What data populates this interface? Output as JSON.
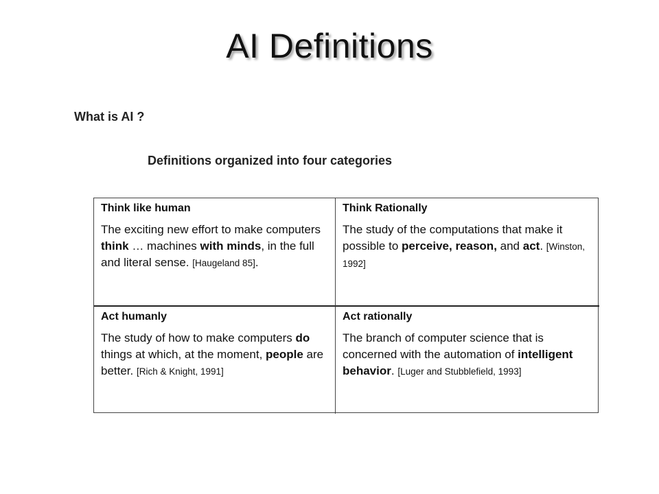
{
  "slide": {
    "title": "AI Definitions",
    "question": "What is AI ?",
    "subtitle": "Definitions organized into four categories"
  },
  "quadrants": {
    "think_like_human": {
      "title": "Think like human",
      "p1": "The exciting new effort to make computers ",
      "b1": "think",
      "p2": " … machines ",
      "b2": "with minds",
      "p3": ", in the full and literal sense. ",
      "citation": "[Haugeland 85]",
      "end": "."
    },
    "think_rationally": {
      "title": "Think Rationally",
      "p1": "The study of the computations that make it possible to ",
      "b1": "perceive, reason,",
      "p2": " and ",
      "b2": "act",
      "p3": ". ",
      "citation": "[Winston, 1992]"
    },
    "act_humanly": {
      "title": "Act humanly",
      "p1": "The study of how to make computers ",
      "b1": "do",
      "p2": " things at which, at the moment, ",
      "b2": "people",
      "p3": " are better. ",
      "citation": "[Rich & Knight, 1991]"
    },
    "act_rationally": {
      "title": "Act rationally",
      "p1": "The branch of computer science that is concerned with the automation of ",
      "b1": "intelligent behavior",
      "p2": ". ",
      "citation": "[Luger and Stubblefield, 1993]"
    }
  }
}
